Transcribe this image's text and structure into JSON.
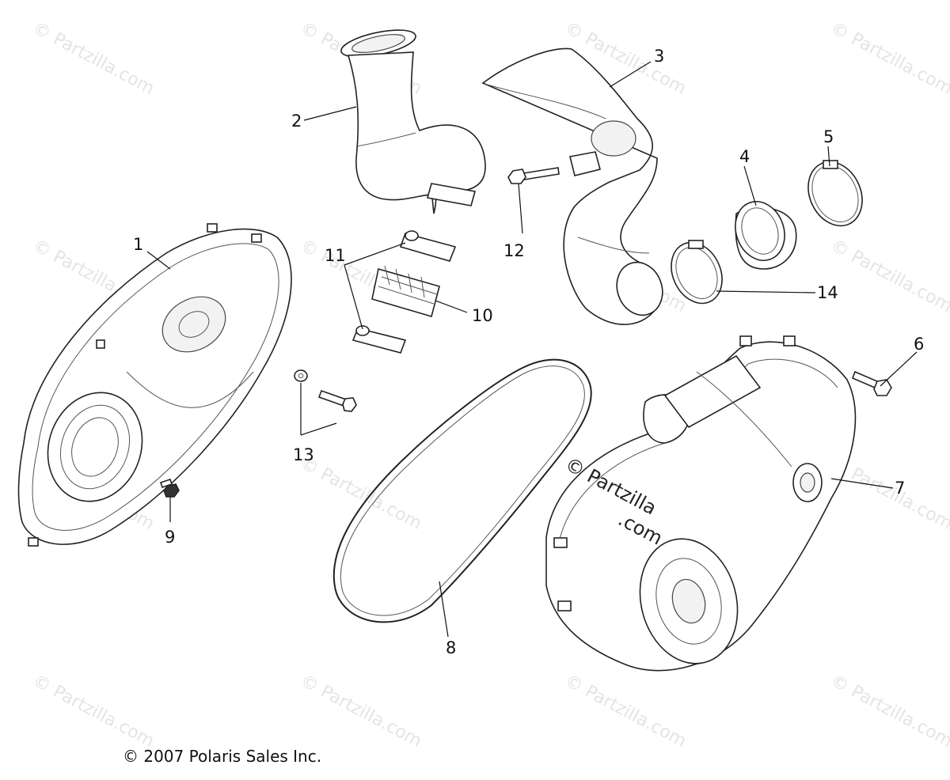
{
  "watermark": {
    "text": "© Partzilla.com"
  },
  "center_watermark": {
    "line1": "© Partzilla",
    "line2": ".com"
  },
  "copyright": "© 2007 Polaris Sales Inc.",
  "callouts": {
    "p1": "1",
    "p2": "2",
    "p3": "3",
    "p4": "4",
    "p5": "5",
    "p6": "6",
    "p7": "7",
    "p8": "8",
    "p9": "9",
    "p10": "10",
    "p11": "11",
    "p12": "12",
    "p13": "13",
    "p14": "14"
  },
  "colors": {
    "line": "#222222",
    "watermark": "#e4e4e4",
    "background": "#ffffff"
  }
}
